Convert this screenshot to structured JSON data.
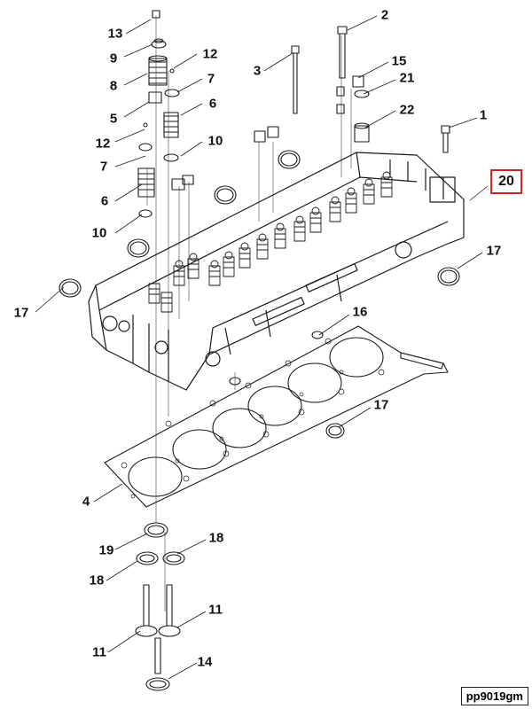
{
  "diagram": {
    "callouts": [
      {
        "id": "c13",
        "text": "13"
      },
      {
        "id": "c2",
        "text": "2"
      },
      {
        "id": "c9",
        "text": "9"
      },
      {
        "id": "c12a",
        "text": "12"
      },
      {
        "id": "c3",
        "text": "3"
      },
      {
        "id": "c15",
        "text": "15"
      },
      {
        "id": "c8",
        "text": "8"
      },
      {
        "id": "c7a",
        "text": "7"
      },
      {
        "id": "c21",
        "text": "21"
      },
      {
        "id": "c5",
        "text": "5"
      },
      {
        "id": "c6a",
        "text": "6"
      },
      {
        "id": "c22",
        "text": "22"
      },
      {
        "id": "c1",
        "text": "1"
      },
      {
        "id": "c12b",
        "text": "12"
      },
      {
        "id": "c10a",
        "text": "10"
      },
      {
        "id": "c7b",
        "text": "7"
      },
      {
        "id": "c20",
        "text": "20",
        "highlight": true,
        "highlight_color": "#d42020"
      },
      {
        "id": "c6b",
        "text": "6"
      },
      {
        "id": "c10b",
        "text": "10"
      },
      {
        "id": "c17a",
        "text": "17"
      },
      {
        "id": "c17b",
        "text": "17"
      },
      {
        "id": "c16",
        "text": "16"
      },
      {
        "id": "c17c",
        "text": "17"
      },
      {
        "id": "c4",
        "text": "4"
      },
      {
        "id": "c19",
        "text": "19"
      },
      {
        "id": "c18a",
        "text": "18"
      },
      {
        "id": "c18b",
        "text": "18"
      },
      {
        "id": "c11a",
        "text": "11"
      },
      {
        "id": "c11b",
        "text": "11"
      },
      {
        "id": "c14",
        "text": "14"
      }
    ],
    "drawing_code": "pp9019gm"
  }
}
